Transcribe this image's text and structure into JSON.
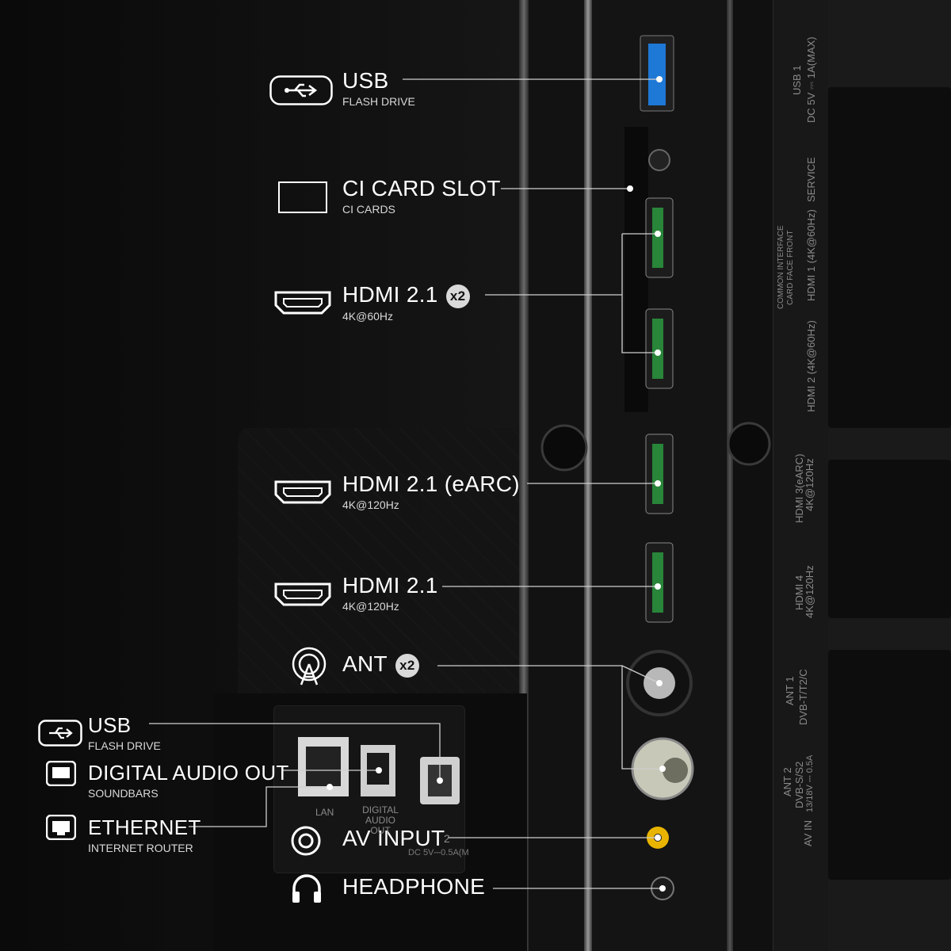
{
  "callouts": {
    "usb_top": {
      "title": "USB",
      "sub": "FLASH DRIVE"
    },
    "ci": {
      "title": "CI CARD SLOT",
      "sub": "CI CARDS"
    },
    "hdmi_x2": {
      "title": "HDMI 2.1",
      "badge": "x2",
      "sub": "4K@60Hz"
    },
    "hdmi_earc": {
      "title": "HDMI 2.1 (eARC)",
      "sub": "4K@120Hz"
    },
    "hdmi_120": {
      "title": "HDMI 2.1",
      "sub": "4K@120Hz"
    },
    "ant": {
      "title": "ANT",
      "badge": "x2"
    },
    "usb_bottom": {
      "title": "USB",
      "sub": "FLASH DRIVE"
    },
    "digital_audio": {
      "title": "DIGITAL AUDIO OUT",
      "sub": "SOUNDBARS"
    },
    "ethernet": {
      "title": "ETHERNET",
      "sub": "INTERNET ROUTER"
    },
    "av_input": {
      "title": "AV INPUT"
    },
    "headphone": {
      "title": "HEADPHONE"
    }
  },
  "panel_markings": {
    "usb1": "USB 1",
    "usb1_power": "DC 5V ⎓ 1A(MAX)",
    "service": "SERVICE",
    "common_interface": "COMMON INTERFACE",
    "card_face_front": "CARD FACE FRONT",
    "hdmi1": "HDMI 1 (4K@60Hz)",
    "hdmi2": "HDMI 2 (4K@60Hz)",
    "hdmi3": "HDMI 3(eARC)",
    "hdmi3_rate": "4K@120Hz",
    "hdmi4": "HDMI 4",
    "hdmi4_rate": "4K@120Hz",
    "ant1": "ANT 1",
    "ant1_std": "DVB-T/T2/C",
    "ant2": "ANT 2",
    "ant2_std": "DVB-S/S2",
    "ant2_power": "13/18V ⎓ 0.5A",
    "av_in": "AV IN",
    "lan": "LAN",
    "digital_audio_out": "DIGITAL AUDIO OUT",
    "usb2": "2",
    "usb2_power": "DC 5V⎓0.5A(M"
  },
  "colors": {
    "usb_blue": "#1e78d6",
    "hdmi_green": "#2fbf4a",
    "av_yellow": "#e8b400",
    "line": "#cfcfcf"
  }
}
